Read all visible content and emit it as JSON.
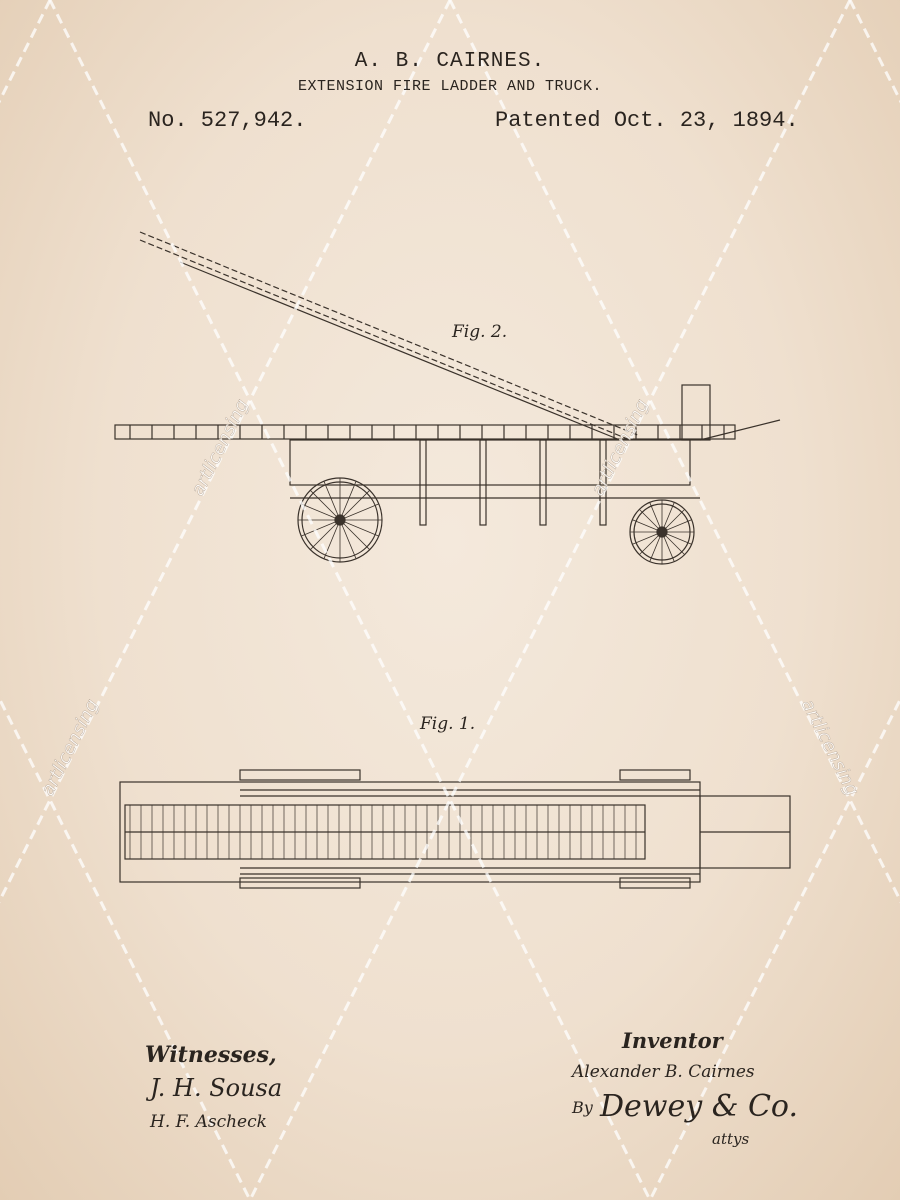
{
  "header": {
    "inventor_name": "A. B. CAIRNES.",
    "title": "EXTENSION FIRE LADDER AND TRUCK.",
    "patent_number": "No. 527,942.",
    "patent_date": "Patented Oct. 23, 1894."
  },
  "figures": {
    "fig2_label": "Fig. 2.",
    "fig1_label": "Fig. 1."
  },
  "signatures": {
    "witnesses_label": "Witnesses,",
    "witness_1": "J. H. Sousa",
    "witness_2": "H. F. Ascheck",
    "inventor_label": "Inventor",
    "inventor_signature": "Alexander B. Cairnes",
    "by_label": "By",
    "attorney": "Dewey & Co.",
    "attorney_suffix": "attys"
  },
  "watermark": {
    "text": "artlicensing"
  },
  "colors": {
    "paper": "#f0e3d3",
    "ink": "#2a241f",
    "watermark": "#ffffff"
  }
}
